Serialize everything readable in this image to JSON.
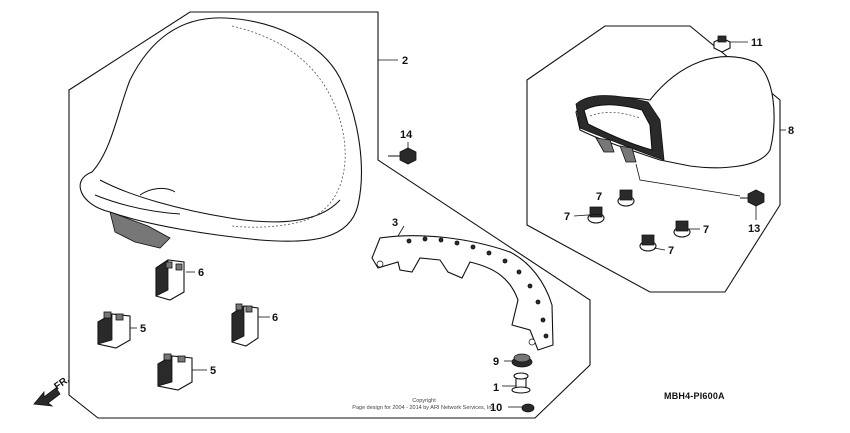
{
  "callouts": {
    "c1": "1",
    "c2": "2",
    "c3": "3",
    "c5a": "5",
    "c5b": "5",
    "c6a": "6",
    "c6b": "6",
    "c7a": "7",
    "c7b": "7",
    "c7c": "7",
    "c7d": "7",
    "c8": "8",
    "c9": "9",
    "c10": "10",
    "c11": "11",
    "c13": "13",
    "c14": "14"
  },
  "diagram_code": "MBH4-PI600A",
  "direction_label": "FR.",
  "copyright": {
    "line1": "Copyright",
    "line2": "Page design for 2004 - 2014 by ARI Network Services, Inc."
  }
}
